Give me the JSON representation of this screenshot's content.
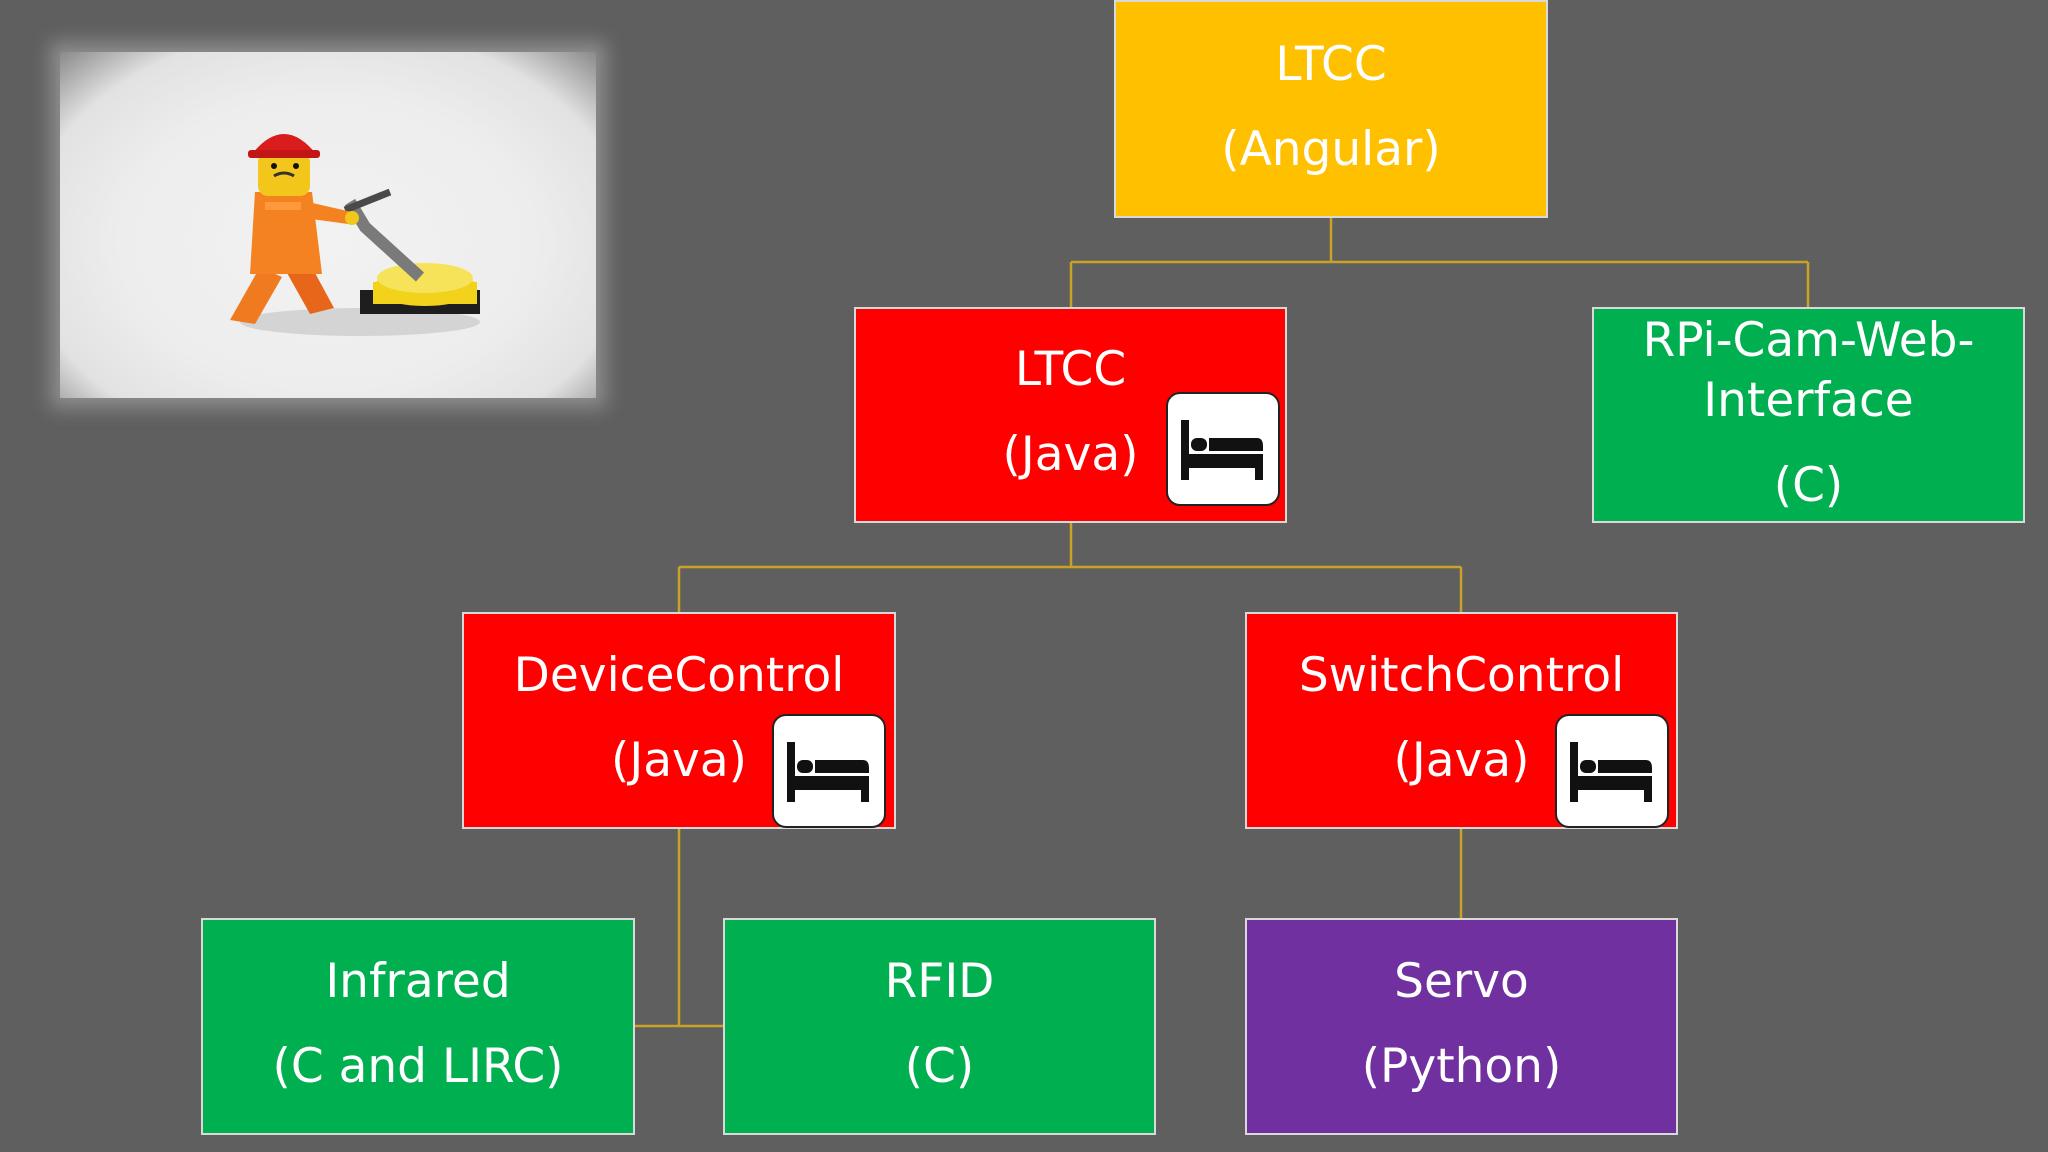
{
  "colors": {
    "background": "#5f5f5f",
    "angular": "#ffc000",
    "java": "#ff0000",
    "c": "#00b050",
    "python": "#7030a0",
    "connector": "#c9a227"
  },
  "photo": {
    "icon": "lego-worker-floor-polisher-photo"
  },
  "nodes": {
    "ltcc_angular": {
      "title": "LTCC",
      "subtitle": "(Angular)"
    },
    "ltcc_java": {
      "title": "LTCC",
      "subtitle": "(Java)",
      "icon": "bed-icon"
    },
    "rpi_cam": {
      "line1": "RPi-Cam-Web-",
      "line2": "Interface",
      "subtitle": "(C)"
    },
    "device_control": {
      "title": "DeviceControl",
      "subtitle": "(Java)",
      "icon": "bed-icon"
    },
    "switch_control": {
      "title": "SwitchControl",
      "subtitle": "(Java)",
      "icon": "bed-icon"
    },
    "infrared": {
      "title": "Infrared",
      "subtitle": "(C and LIRC)"
    },
    "rfid": {
      "title": "RFID",
      "subtitle": "(C)"
    },
    "servo": {
      "title": "Servo",
      "subtitle": "(Python)"
    }
  }
}
